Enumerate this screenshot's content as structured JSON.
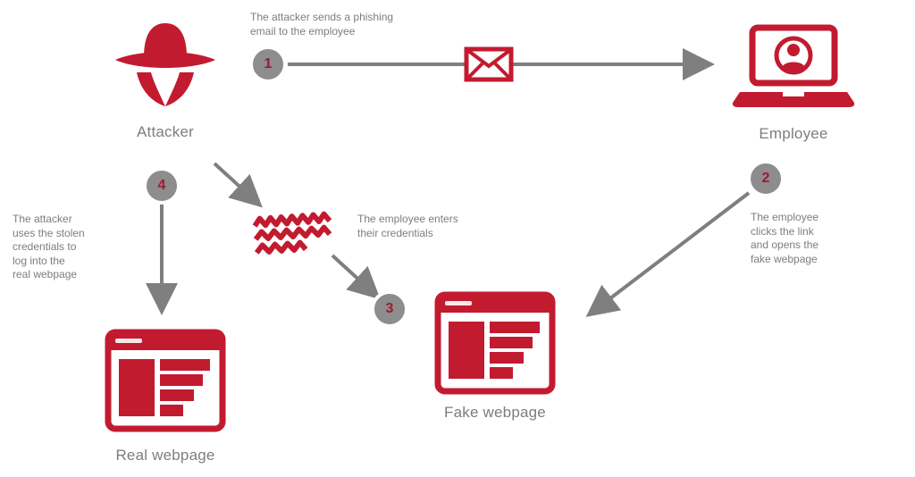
{
  "colors": {
    "accent": "#c21b2f",
    "text": "#7d7d7d",
    "line": "#7f7f7f",
    "badge_bg": "#8d8d8d",
    "badge_number": "#9c1b30",
    "background": "#ffffff"
  },
  "nodes": {
    "attacker": {
      "label": "Attacker",
      "icon": "spy-icon"
    },
    "employee": {
      "label": "Employee",
      "icon": "laptop-user-icon"
    },
    "fake_webpage": {
      "label": "Fake webpage",
      "icon": "browser-window-icon"
    },
    "real_webpage": {
      "label": "Real webpage",
      "icon": "browser-window-icon"
    },
    "email": {
      "icon": "envelope-icon"
    },
    "credentials": {
      "icon": "scribble-text-icon"
    }
  },
  "steps": [
    {
      "number": "1",
      "text": "The attacker sends a phishing\nemail to the employee"
    },
    {
      "number": "2",
      "text": "The employee\nclicks the link\nand opens the\nfake webpage"
    },
    {
      "number": "3",
      "text": "The employee enters\ntheir credentials"
    },
    {
      "number": "4",
      "text": "The attacker\nuses the stolen\ncredentials to\nlog into the\nreal webpage"
    }
  ]
}
